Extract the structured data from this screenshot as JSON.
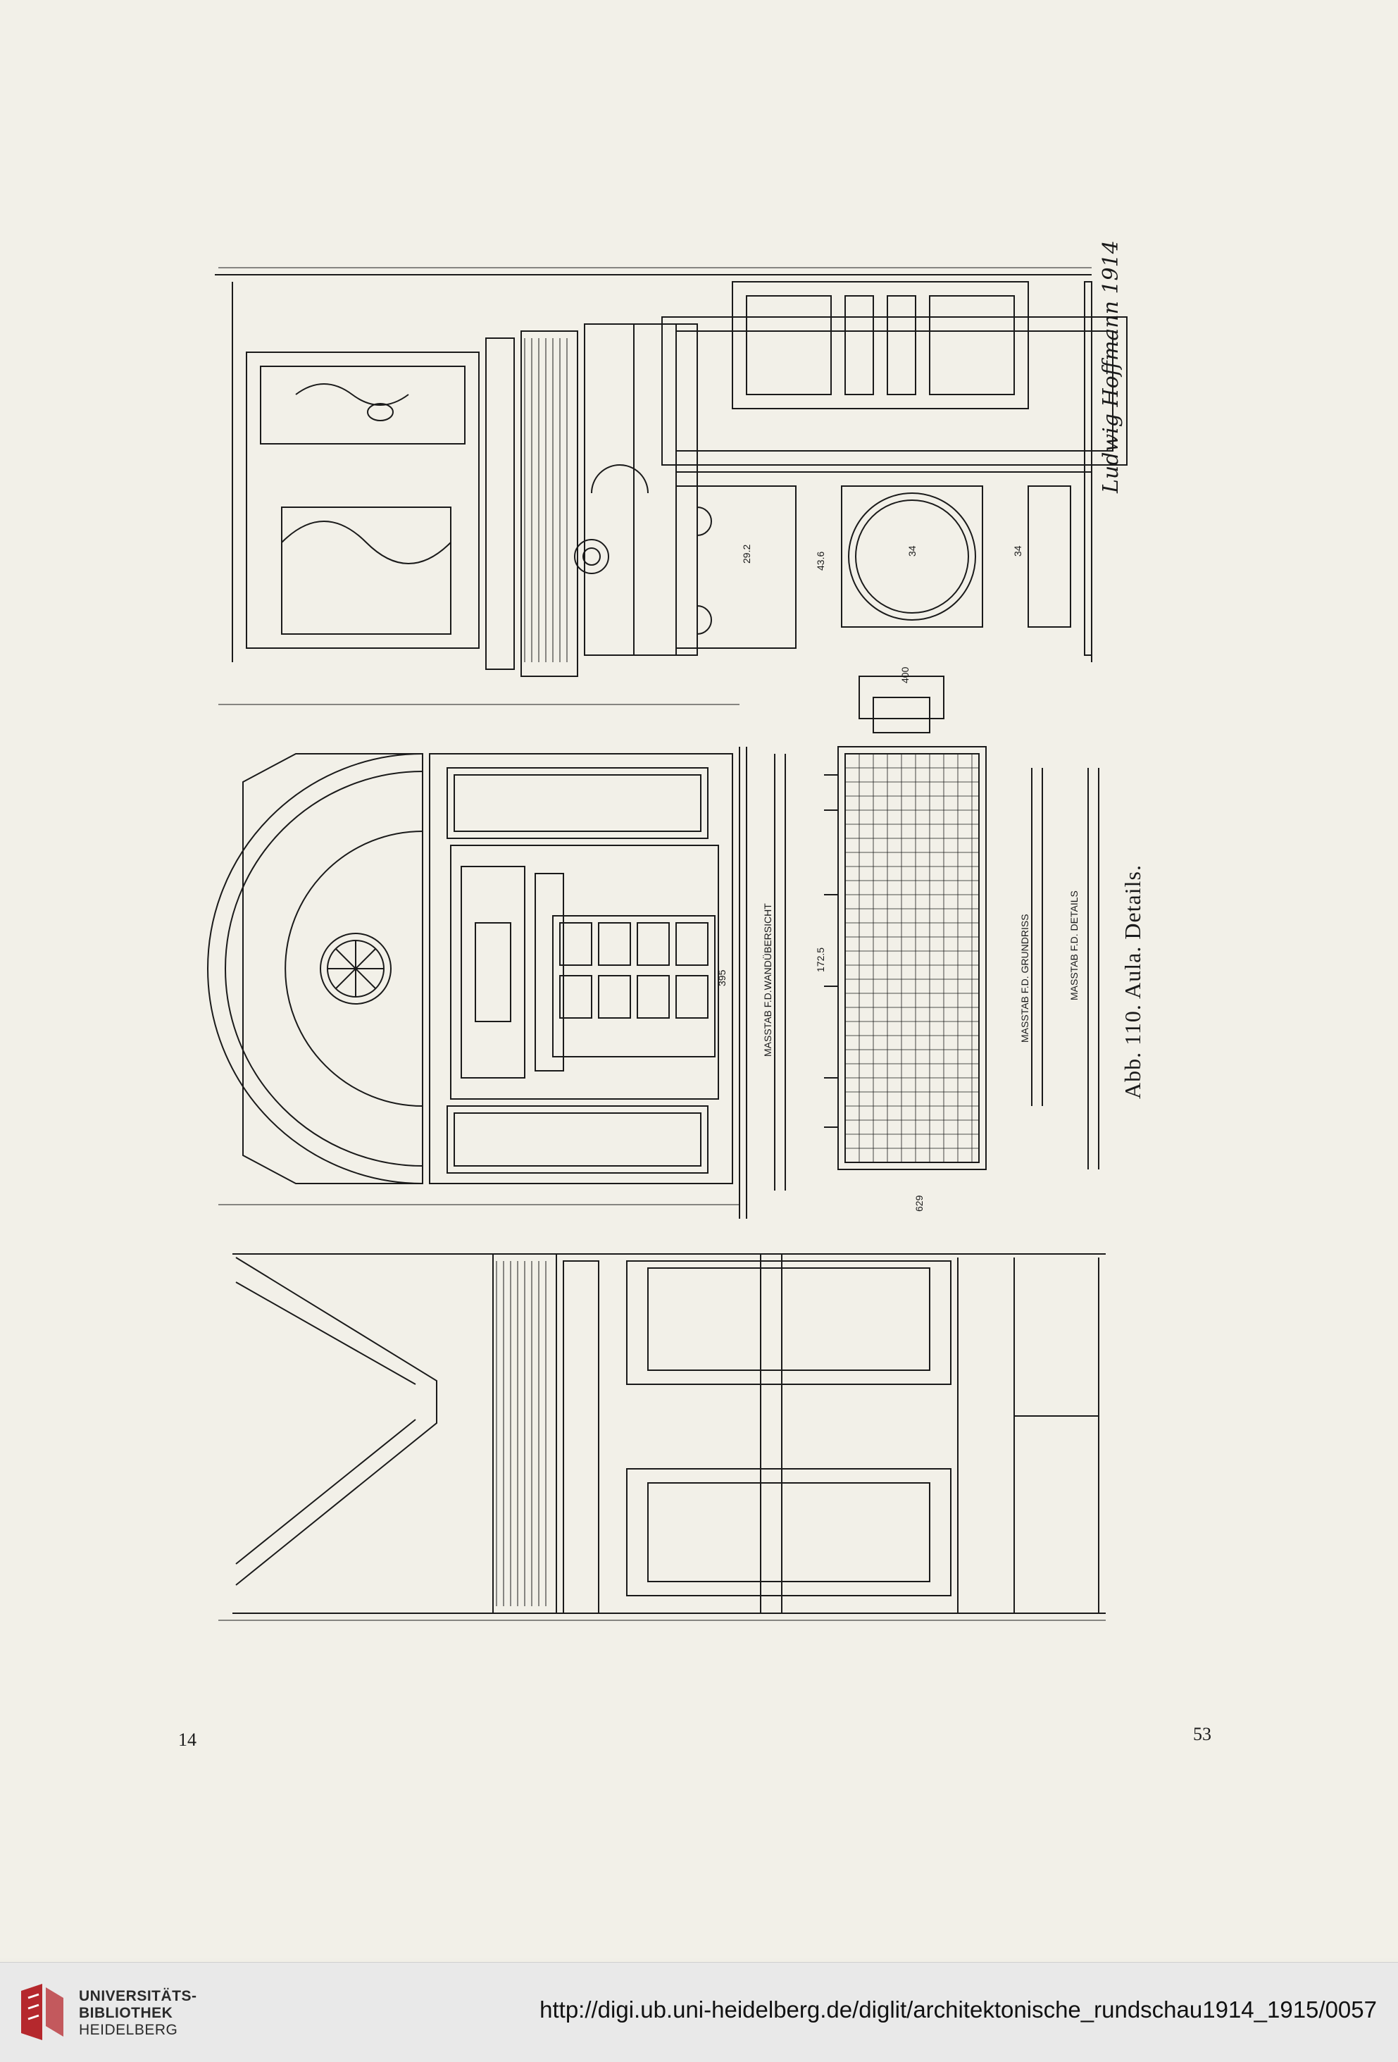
{
  "caption": "Abb. 110.  Aula.  Details.",
  "page_number_left": "14",
  "page_number_right": "53",
  "signature": "Ludwig Hoffmann 1914",
  "scales": {
    "wall": "MASSTAB F.D.WANDÜBERSICHT",
    "plan": "MASSTAB F.D. GRUNDRISS",
    "details": "MASSTAB F.D. DETAILS"
  },
  "dimensions": {
    "wall_width": "395",
    "plan_width": "172.5",
    "top_width": "400",
    "plan_length": "629",
    "column_a": "29.2",
    "column_b": "43.6",
    "column_c": "34",
    "column_d": "34"
  },
  "footer": {
    "library_line1": "UNIVERSITÄTS-",
    "library_line2": "BIBLIOTHEK",
    "library_line3": "HEIDELBERG",
    "url": "http://digi.ub.uni-heidelberg.de/diglit/architektonische_rundschau1914_1915/0057",
    "brand_color": "#b5282d"
  }
}
